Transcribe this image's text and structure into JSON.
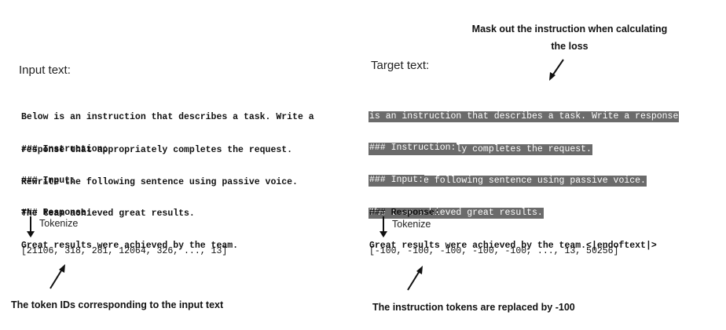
{
  "left": {
    "heading": "Input text:",
    "intro": [
      "Below is an instruction that describes a task. Write a",
      "response that appropriately completes the request."
    ],
    "instruction_header": "### Instruction:",
    "instruction_text": "Rewrite the following sentence using passive voice.",
    "input_header": "### Input:",
    "input_text": "The team achieved great results.",
    "response_header": "### Response:",
    "response_text": "Great results were achieved by the team.",
    "tokenize_label": "Tokenize",
    "token_ids": "[21106, 318, 281, 12064, 326, ..., 13]",
    "caption": "The token IDs corresponding to the input text"
  },
  "right": {
    "heading": "Target text:",
    "callout": [
      "Mask out the instruction when calculating",
      "the loss"
    ],
    "intro": [
      "is an instruction that describes a task. Write a response",
      "that appropriately completes the request."
    ],
    "instruction_header": "### Instruction:",
    "instruction_text": "Rewrite the following sentence using passive voice.",
    "input_header": "### Input:",
    "input_text": "The team achieved great results.",
    "response_header": "### Response:",
    "response_text": "Great results were achieved by the team.<|endoftext|>",
    "tokenize_label": "Tokenize",
    "token_ids": "[-100, -100, -100, -100, -100, ..., 13, 50256]",
    "caption": "The instruction tokens are replaced by -100"
  },
  "colors": {
    "mask_background": "#6b6b6b",
    "mask_text": "#ffffff"
  },
  "icons": [
    "arrow-down-icon",
    "diagonal-arrow-icon"
  ]
}
